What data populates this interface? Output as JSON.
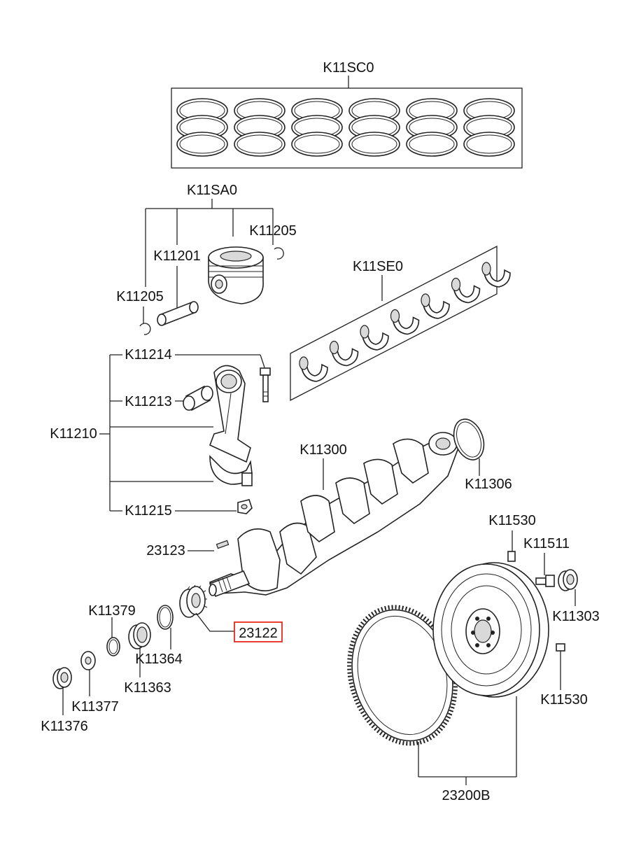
{
  "diagram": {
    "highlight_color": "#e8281c",
    "labels": {
      "piston_ring_set": "K11SC0",
      "piston_assembly": "K11SA0",
      "snap_ring_top": "K11205",
      "piston_pin": "K11201",
      "snap_ring_left": "K11205",
      "main_bearing_set": "K11SE0",
      "connecting_rod_assembly": "K11210",
      "rod_bolt": "K11214",
      "rod_bushing": "K11213",
      "rod_nut": "K11215",
      "crankshaft": "K11300",
      "crank_seal_ring": "K11306",
      "woodruff_key": "23123",
      "crank_gear": "23122",
      "snap_ring_front": "K11379",
      "spacer_ring": "K11364",
      "front_sleeve": "K11363",
      "washer": "K11377",
      "front_seal": "K11376",
      "dowel_pin_top": "K11530",
      "flywheel_bolt": "K11511",
      "pilot_bearing": "K11303",
      "dowel_pin_bottom": "K11530",
      "flywheel_assembly": "23200B"
    }
  }
}
